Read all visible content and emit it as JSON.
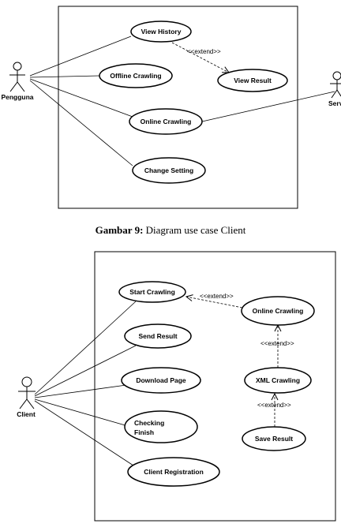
{
  "diagram1": {
    "actors": {
      "user": "Pengguna",
      "server": "Serv"
    },
    "use_cases": {
      "view_history": "View History",
      "offline_crawling": "Offline Crawling",
      "view_result": "View Result",
      "online_crawling": "Online Crawling",
      "change_setting": "Change Setting"
    },
    "extend_label": "<<extend>>"
  },
  "caption": {
    "number": "Gambar 9:",
    "text": "Diagram use case Client"
  },
  "diagram2": {
    "actors": {
      "client": "Client"
    },
    "use_cases": {
      "start_crawling": "Start Crawling",
      "send_result": "Send Result",
      "download_page": "Download Page",
      "checking_finish_line1": "Checking",
      "checking_finish_line2": "Finish",
      "client_registration": "Client Registration",
      "online_crawling": "Online Crawling",
      "xml_crawling": "XML Crawling",
      "save_result": "Save Result"
    },
    "extend_label_1": "<<extend>>",
    "extend_label_2": "<<extend>>",
    "extend_label_3": "<<extend>>"
  }
}
